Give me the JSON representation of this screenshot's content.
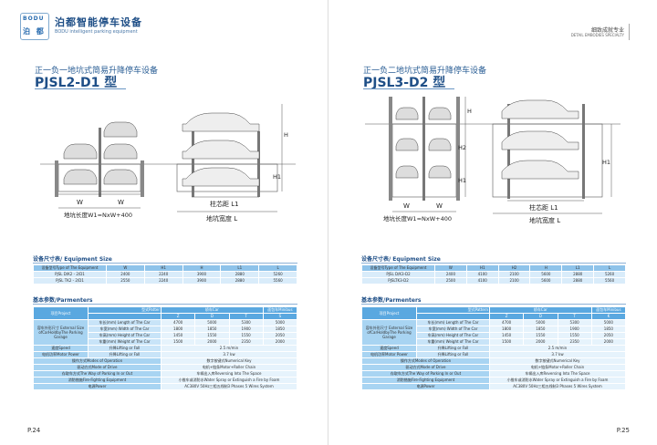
{
  "header": {
    "logo_latin": "BODU",
    "logo_cn": "泊 都",
    "brand_cn": "泊都智能停车设备",
    "brand_en": "BODU intelligent parking equipment",
    "tagline_cn": "细致成就专业",
    "tagline_en": "DETAIL EMBODIES SPECIALTY"
  },
  "left": {
    "subtitle": "正一负一地坑式简易升降停车设备",
    "model": "PJSL2-D1 型",
    "chevron": "》",
    "diagram": {
      "W": "W",
      "pit_length": "地坑长度W1=NxW+400",
      "H": "H",
      "H1": "H1",
      "core_width": "柱芯距 L1",
      "pit_width": "地坑宽度 L"
    },
    "size_heading": "设备尺寸表/ Equipment Size",
    "size_headers": [
      "设备型号Type of The Equipment",
      "W",
      "H1",
      "H",
      "L1",
      "L"
    ],
    "size_rows": [
      [
        "PJSL D/K2 - 2/D1",
        "2400",
        "2240",
        "3900",
        "2880",
        "5260"
      ],
      [
        "PJSL TK2 - 2/D1",
        "2550",
        "2240",
        "3900",
        "2880",
        "5560"
      ]
    ],
    "param_heading": "基本参数/Parmenters",
    "param_header_top": [
      "项目Project",
      "型式Patter",
      "轿车Car",
      "",
      "面包车Minibus"
    ],
    "param_header_codes": [
      "Z",
      "D",
      "T",
      "S"
    ],
    "dim_label": "容车外形尺寸 External Size ofCarHoldbyThe Parking Garage",
    "dim_rows": [
      [
        "车长(mm) Length of The Car",
        "4700",
        "5000",
        "5300",
        "5000"
      ],
      [
        "车宽(mm) Width of The Car",
        "1800",
        "1850",
        "1900",
        "1850"
      ],
      [
        "车高(mm) Height of The Car",
        "1450",
        "1550",
        "1550",
        "2050"
      ],
      [
        "车重(mm) Weight of The Car",
        "1500",
        "2000",
        "2350",
        "2000"
      ]
    ],
    "speed_row": [
      "速度Speed",
      "升降Lifting or Fall",
      "2.5 m/min"
    ],
    "motor_row": [
      "电机功率Motor Power",
      "升降Lifting or Fall",
      "3.7 kw"
    ],
    "tail_rows": [
      [
        "操作方式Modes of Operation",
        "数字按键式Numerical Key"
      ],
      [
        "驱动方式Mode of Drive",
        "电机+链条Motor+Roller Chain"
      ],
      [
        "存取车方式The Way of Parking In or Out",
        "车辆出入库Reversing Into The Space"
      ],
      [
        "消防措施Fire-Fighting Equipment",
        "小推车或消防水Water Spray or Extinguish a Fire by Foam"
      ],
      [
        "电源Power",
        "AC380V 50Hz三相五线制3 Phases 5 Wires System"
      ]
    ],
    "page_number": "P.24"
  },
  "right": {
    "subtitle": "正一负二地坑式简易升降停车设备",
    "model": "PJSL3-D2 型",
    "chevron": "》",
    "diagram": {
      "W": "W",
      "pit_length": "地坑长度W1=NxW+400",
      "H": "H",
      "H1": "H1",
      "H2": "H2",
      "core_width": "柱芯距 L1",
      "pit_width": "地坑宽度 L"
    },
    "size_heading": "设备尺寸表/ Equipment Size",
    "size_headers": [
      "设备型号Type of The Equipment",
      "W",
      "H1",
      "H2",
      "H",
      "L1",
      "L"
    ],
    "size_rows": [
      [
        "PJSL D/K3-D2",
        "2400",
        "4100",
        "2100",
        "5600",
        "2880",
        "5260"
      ],
      [
        "PJSLTK3-D2",
        "2500",
        "4100",
        "2100",
        "5600",
        "2880",
        "5560"
      ]
    ],
    "param_heading": "基本参数/Parmenters",
    "param_header_top": [
      "项目Project",
      "型式Pattern",
      "轿车Car",
      "",
      "面包车Minibus"
    ],
    "param_header_codes": [
      "Z",
      "D",
      "T",
      "K"
    ],
    "dim_label": "容车外形尺寸 External Size ofCarHoldbyThe Parking Garage",
    "dim_rows": [
      [
        "车长(mm) Length of The Car",
        "4700",
        "5000",
        "5300",
        "5000"
      ],
      [
        "车宽(mm) Width of The Car",
        "1800",
        "1850",
        "1900",
        "1850"
      ],
      [
        "车高(mm) Height of The Car",
        "1450",
        "1550",
        "1550",
        "2050"
      ],
      [
        "车重(mm) Weight of The Car",
        "1500",
        "2000",
        "2350",
        "2000"
      ]
    ],
    "speed_row": [
      "速度Speed",
      "升降Lifting or Fall",
      "2.5 m/min"
    ],
    "motor_row": [
      "电机功率Motor Power",
      "升降Lifting or Fall",
      "3.7 kw"
    ],
    "tail_rows": [
      [
        "操作方式Modes of Operation",
        "数字按键式Numerical Key"
      ],
      [
        "驱动方式Mode of Drive",
        "电机+链条Motor+Roller Chain"
      ],
      [
        "存取车方式The Way of Parking In or Out",
        "车辆出入库Reversing Into The Space"
      ],
      [
        "消防措施Fire-Fighting Equipment",
        "小推车或消防水Water Spray or Extinguish a Fire by Foam"
      ],
      [
        "电源Power",
        "AC380V 50Hz三相五线制3 Phases 5 Wires System"
      ]
    ],
    "page_number": "P.25"
  },
  "colors": {
    "brand_blue": "#1f4f87",
    "table_header": "#8ec3ea",
    "table_cell": "#d9ecfa",
    "param_dark": "#5aa8e0"
  }
}
